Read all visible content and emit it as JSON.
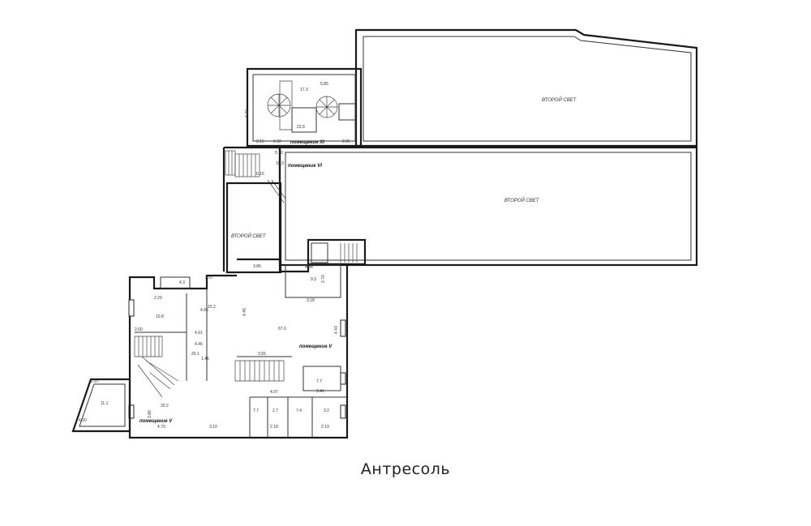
{
  "caption": "Антресоль",
  "zones": {
    "double_height_top": "ВТОРОЙ СВЕТ",
    "double_height_main": "ВТОРОЙ СВЕТ",
    "double_height_left": "ВТОРОЙ СВЕТ"
  },
  "premises": {
    "p11": "помещение XI",
    "p6": "помещение VI",
    "p5_center": "помещение V",
    "p5_left": "помещение V"
  },
  "dimensions": {
    "d_585": "5.85",
    "d_422": "4.22",
    "d_215": "2.15",
    "d_692": "6.92",
    "d_225": "2.25",
    "d_570": "5.70",
    "d_615": "6.15",
    "d_386": "3.86",
    "d_257": "2.57",
    "d_445": "4.45",
    "d_484": "4.84",
    "d_270": "2.70",
    "d_355": "3.55",
    "d_318": "3.18",
    "d_229": "2.29",
    "d_495": "4.95",
    "d_260": "2.60",
    "d_491": "4.91",
    "d_446": "4.46",
    "d_443": "4.43",
    "d_146": "1.46",
    "d_407": "4.07",
    "d_241": "2.41",
    "d_297": "2.97",
    "d_420": "4.20",
    "d_479": "4.79",
    "d_310": "3.10",
    "d_218": "2.18",
    "d_219": "2.19",
    "d_386b": "3.86"
  },
  "rooms": {
    "r_top_a": "17.3",
    "r_top_b": "22.8",
    "r_vi": "10.3",
    "r_center": "67.0",
    "r_right_top": "9.3",
    "r_43": "4.3",
    "r_left_a": "10.8",
    "r_left_b": "15.2",
    "r_left_c": "20.1",
    "r_left_d": "20.2",
    "r_far_left": "11.1",
    "r_small_a": "7.7",
    "r_small_b": "2.7",
    "r_small_c": "7.4",
    "r_small_d": "3.2",
    "r_small_e": "7.7"
  }
}
